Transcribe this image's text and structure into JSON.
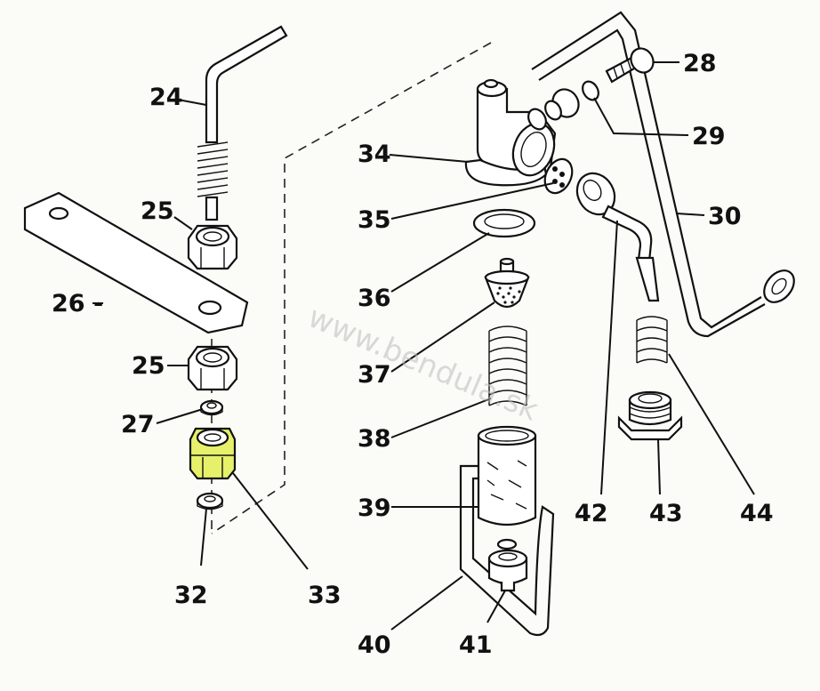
{
  "colors": {
    "highlight": "#e6f06a",
    "ink": "#111111"
  },
  "watermark": "www.bendula.sk",
  "labels": {
    "p24": "24",
    "p25a": "25",
    "p26": "26 -",
    "p25b": "25",
    "p27": "27",
    "p32": "32",
    "p33": "33",
    "p34": "34",
    "p35": "35",
    "p36": "36",
    "p37": "37",
    "p38": "38",
    "p39": "39",
    "p40": "40",
    "p41": "41",
    "p42": "42",
    "p43": "43",
    "p44": "44",
    "p28": "28",
    "p29": "29",
    "p30": "30"
  }
}
